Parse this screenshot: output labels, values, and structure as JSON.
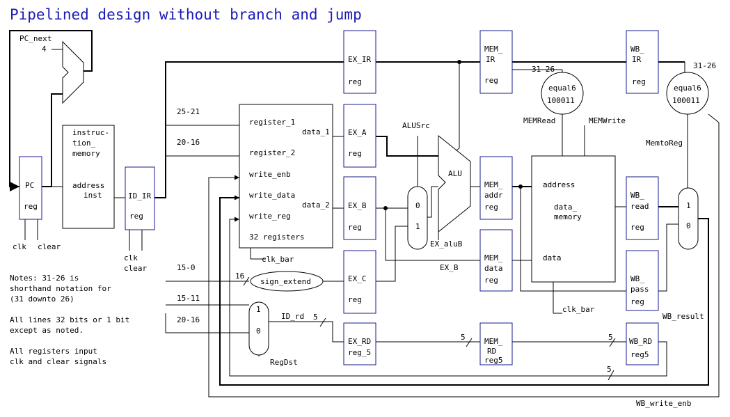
{
  "title": "Pipelined design without branch and jump",
  "registers": {
    "ex_ir": [
      "EX_IR",
      "reg"
    ],
    "mem_ir": [
      "MEM_",
      "IR",
      "reg"
    ],
    "wb_ir": [
      "WB_",
      "IR",
      "reg"
    ],
    "pc": [
      "PC",
      "reg"
    ],
    "id_ir": [
      "ID_IR",
      "reg"
    ],
    "ex_a": [
      "EX_A",
      "reg"
    ],
    "ex_b": [
      "EX_B",
      "reg"
    ],
    "ex_c": [
      "EX_C",
      "reg"
    ],
    "ex_rd": [
      "EX_RD",
      "reg_5"
    ],
    "mem_addr": [
      "MEM_",
      "addr",
      "reg"
    ],
    "mem_data": [
      "MEM_",
      "data",
      "reg"
    ],
    "mem_rd": [
      "MEM_",
      "RD",
      "reg5"
    ],
    "wb_read": [
      "WB_",
      "read",
      "reg"
    ],
    "wb_pass": [
      "WB_",
      "pass",
      "reg"
    ],
    "wb_rd": [
      "WB_RD",
      "reg5"
    ]
  },
  "instruction_memory": [
    "instruc-",
    "tion_",
    "memory",
    "address",
    "inst"
  ],
  "register_file": {
    "ports": [
      "register_1",
      "register_2",
      "write_enb",
      "write_data",
      "write_reg",
      "32 registers"
    ],
    "outputs": [
      "data_1",
      "data_2"
    ]
  },
  "data_memory": {
    "labels": [
      "address",
      "data_",
      "memory",
      "data"
    ]
  },
  "alu": "ALU",
  "muxes": {
    "alu_src": [
      "0",
      "1"
    ],
    "reg_dst": [
      "1",
      "0"
    ],
    "memto_reg": [
      "1",
      "0"
    ]
  },
  "comparators": {
    "mem": [
      "equal6",
      "100011"
    ],
    "wb": [
      "equal6",
      "100011"
    ]
  },
  "sign_extend": "sign_extend",
  "labels": {
    "pc_next": "PC_next",
    "four": "4",
    "clk_pc": "clk",
    "clear_pc": "clear",
    "clk_idir": "clk",
    "clear_idir": "clear",
    "bits_25_21": "25-21",
    "bits_20_16": "20-16",
    "bits_15_0": "15-0",
    "bits_15_11": "15-11",
    "bits_20_16b": "20-16",
    "sixteen": "16",
    "id_rd": "ID_rd",
    "five_a": "5",
    "five_b": "5",
    "five_c": "5",
    "five_d": "5",
    "reg_dst": "RegDst",
    "alu_src": "ALUSrc",
    "ex_alub": "EX_aluB",
    "ex_b_wire": "EX_B",
    "clk_bar_rf": "clk_bar",
    "clk_bar_dm": "clk_bar",
    "mem_read": "MEMRead",
    "mem_write": "MEMWrite",
    "memto_reg": "MemtoReg",
    "bits_31_26_mem": "31-26",
    "bits_31_26_wb": "31-26",
    "wb_result": "WB_result",
    "wb_write_enb": "WB_write_enb"
  },
  "notes": [
    "Notes: 31-26 is",
    "shorthand notation for",
    "(31 downto 26)",
    "",
    "All lines 32 bits or 1 bit",
    "except as noted.",
    "",
    "All registers input",
    "clk and clear signals"
  ]
}
